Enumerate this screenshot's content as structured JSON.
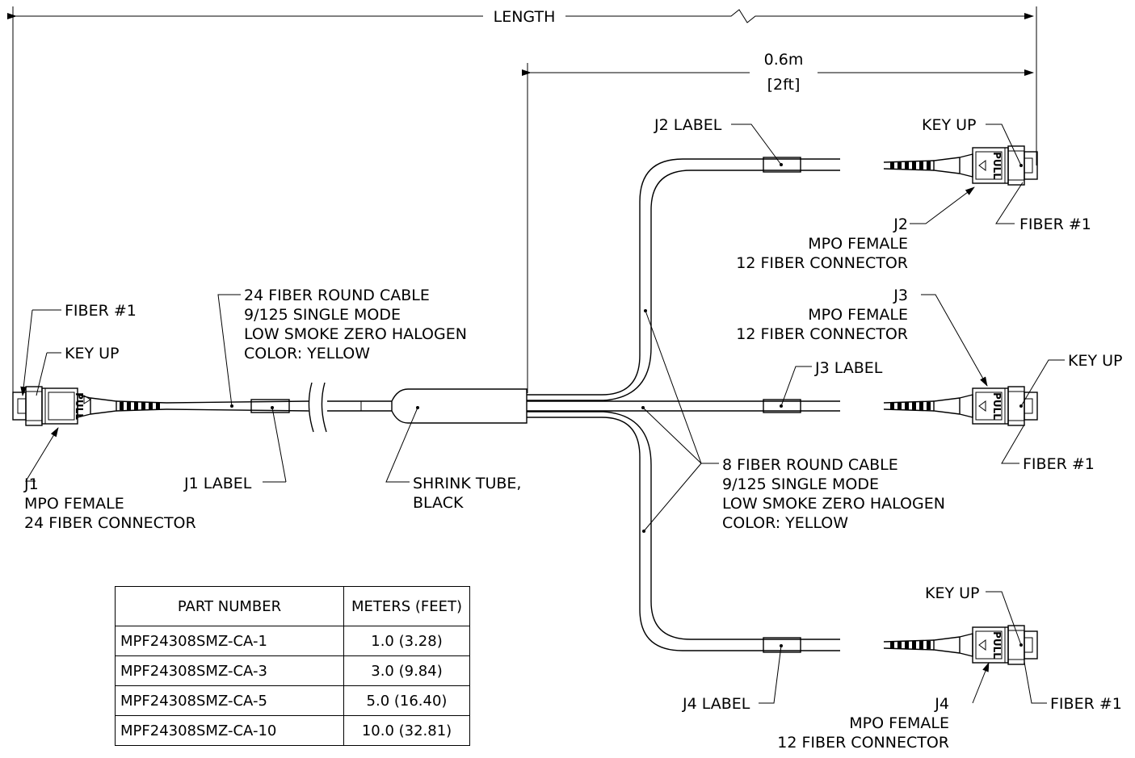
{
  "dimensions": {
    "length": "LENGTH",
    "breakout_m": "0.6m",
    "breakout_ft": "[2ft]"
  },
  "labels": {
    "key_up": "KEY UP",
    "fiber1": "FIBER #1",
    "pull": "PULL",
    "j1": "J1",
    "j2": "J2",
    "j3": "J3",
    "j4": "J4",
    "mpo_female": "MPO FEMALE",
    "conn24": "24 FIBER CONNECTOR",
    "conn12": "12 FIBER CONNECTOR",
    "j1_label": "J1 LABEL",
    "j2_label": "J2 LABEL",
    "j3_label": "J3 LABEL",
    "j4_label": "J4 LABEL",
    "shrink1": "SHRINK TUBE,",
    "shrink2": "BLACK"
  },
  "trunk_cable": [
    "24 FIBER ROUND CABLE",
    "9/125 SINGLE MODE",
    "LOW SMOKE ZERO HALOGEN",
    "COLOR: YELLOW"
  ],
  "leg_cable": [
    "8 FIBER ROUND CABLE",
    "9/125 SINGLE MODE",
    "LOW SMOKE ZERO HALOGEN",
    "COLOR: YELLOW"
  ],
  "table": {
    "headers": [
      "PART NUMBER",
      "METERS (FEET)"
    ],
    "rows": [
      [
        "MPF24308SMZ-CA-1",
        "1.0 (3.28)"
      ],
      [
        "MPF24308SMZ-CA-3",
        "3.0 (9.84)"
      ],
      [
        "MPF24308SMZ-CA-5",
        "5.0 (16.40)"
      ],
      [
        "MPF24308SMZ-CA-10",
        "10.0 (32.81)"
      ]
    ]
  }
}
